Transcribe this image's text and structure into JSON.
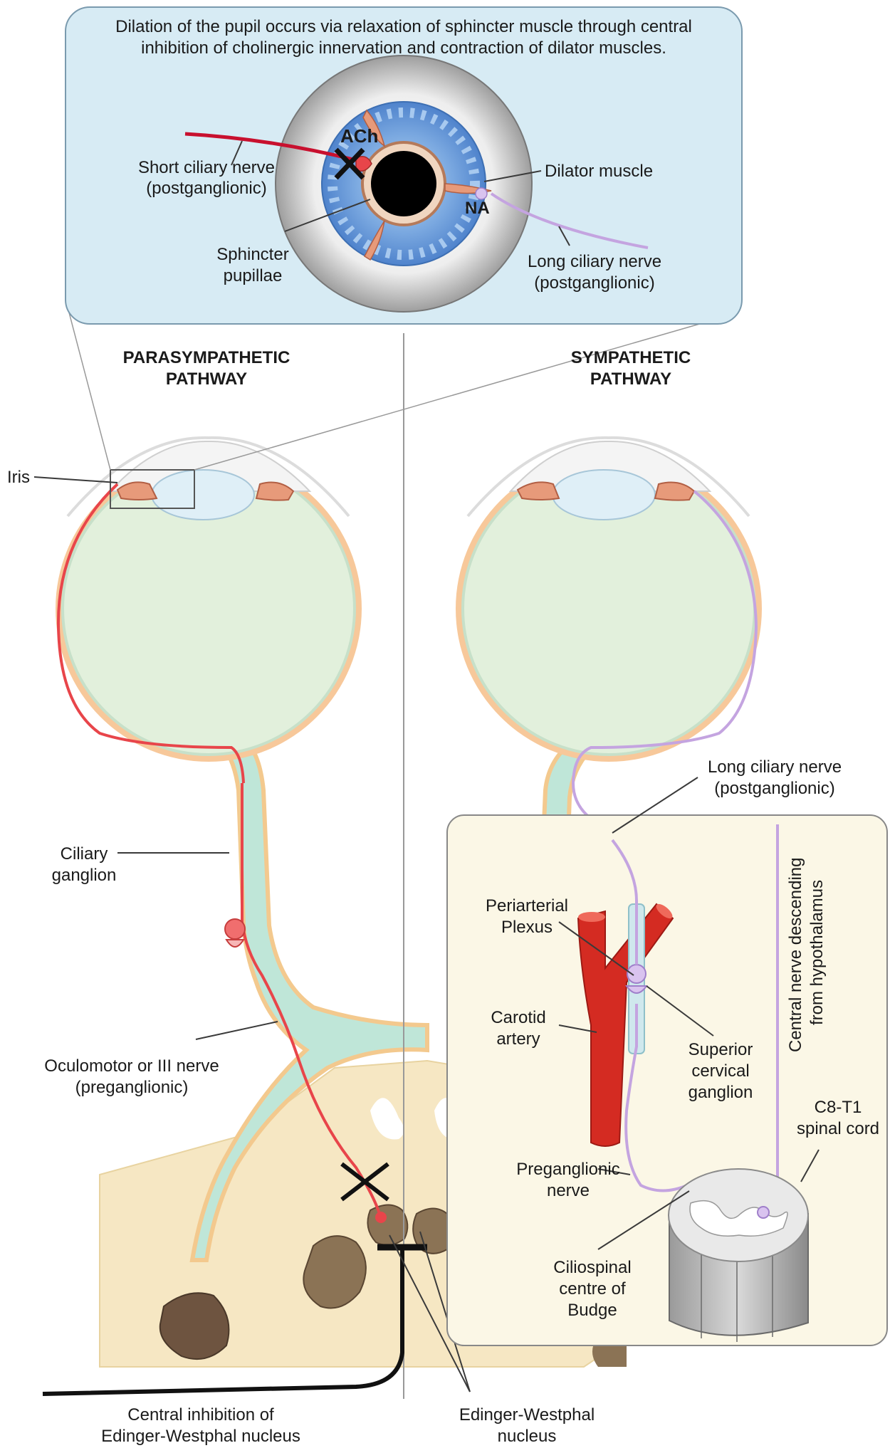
{
  "callout": {
    "caption_line1": "Dilation of the pupil occurs via relaxation of sphincter muscle through central",
    "caption_line2": "inhibition of cholinergic innervation and contraction of dilator muscles.",
    "ach": "ACh",
    "na": "NA",
    "short_ciliary_1": "Short ciliary nerve",
    "short_ciliary_2": "(postganglionic)",
    "dilator_muscle": "Dilator muscle",
    "sphincter_1": "Sphincter",
    "sphincter_2": "pupillae",
    "long_ciliary_1": "Long ciliary nerve",
    "long_ciliary_2": "(postganglionic)"
  },
  "pathways": {
    "parasympathetic_1": "PARASYMPATHETIC",
    "parasympathetic_2": "PATHWAY",
    "sympathetic_1": "SYMPATHETIC",
    "sympathetic_2": "PATHWAY"
  },
  "left": {
    "iris": "Iris",
    "ciliary_ganglion_1": "Ciliary",
    "ciliary_ganglion_2": "ganglion",
    "oculomotor_1": "Oculomotor or III nerve",
    "oculomotor_2": "(preganglionic)",
    "central_inhibition_1": "Central inhibition of",
    "central_inhibition_2": "Edinger-Westphal nucleus",
    "ew_nucleus_1": "Edinger-Westphal",
    "ew_nucleus_2": "nucleus"
  },
  "right": {
    "long_ciliary_1": "Long ciliary nerve",
    "long_ciliary_2": "(postganglionic)",
    "periarterial_1": "Periarterial",
    "periarterial_2": "Plexus",
    "carotid_1": "Carotid",
    "carotid_2": "artery",
    "superior_cervical_1": "Superior",
    "superior_cervical_2": "cervical",
    "superior_cervical_3": "ganglion",
    "central_nerve_1": "Central nerve descending",
    "central_nerve_2": "from hypothalamus",
    "c8t1_1": "C8-T1",
    "c8t1_2": "spinal cord",
    "preganglionic_1": "Preganglionic",
    "preganglionic_2": "nerve",
    "ciliospinal_1": "Ciliospinal",
    "ciliospinal_2": "centre of",
    "ciliospinal_3": "Budge"
  },
  "colors": {
    "parasympathetic_nerve": "#e8454a",
    "sympathetic_nerve": "#c4a4e0",
    "optic_nerve": "#bfe6d8",
    "brain_tissue": "#f6e7c3",
    "carotid": "#d42b22",
    "panel_bg": "#fbf7e6",
    "callout_bg": "#d7ebf4",
    "iris_blue": "#5a8fd4"
  }
}
